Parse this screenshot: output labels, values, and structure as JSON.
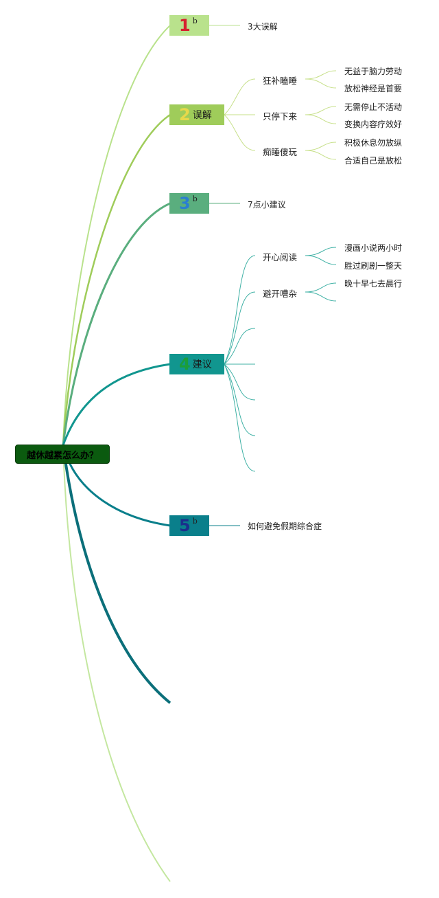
{
  "root": {
    "label": "越休越累怎么办？"
  },
  "colors": {
    "b1": "#b9e28c",
    "b2": "#9fcc5a",
    "b3": "#5aae7e",
    "b4": "#11968f",
    "b5": "#0a7f8b",
    "b6": "#0b6f7a",
    "num1": "#d6202f",
    "num2": "#e8d84a",
    "num3": "#2b7fd0",
    "num4": "#1b9e3a",
    "num5": "#1b2f8c"
  },
  "branches": [
    {
      "num": "1",
      "sup": "b",
      "label": "",
      "leaf": "3大误解"
    },
    {
      "num": "2",
      "sup": "",
      "label": "误解",
      "children": [
        {
          "label": "狂补瞌睡",
          "leaves": [
            "无益于脑力劳动",
            "放松神经是首要"
          ]
        },
        {
          "label": "只停下来",
          "leaves": [
            "无需停止不活动",
            "变换内容疗效好"
          ]
        },
        {
          "label": "痴睡傻玩",
          "leaves": [
            "积极休息勿放纵",
            "合适自己是放松"
          ]
        }
      ]
    },
    {
      "num": "3",
      "sup": "b",
      "label": "",
      "leaf": "7点小建议"
    },
    {
      "num": "4",
      "sup": "",
      "label": "建议",
      "children": [
        {
          "label": "开心阅读",
          "leaves": [
            "漫画小说两小时",
            "胜过刷剧一整天"
          ]
        },
        {
          "label": "避开嘈杂",
          "leaves": [
            "晚十早七去晨行",
            ""
          ]
        }
      ]
    },
    {
      "num": "5",
      "sup": "b",
      "label": "",
      "leaf": "如何避免假期综合症"
    }
  ]
}
